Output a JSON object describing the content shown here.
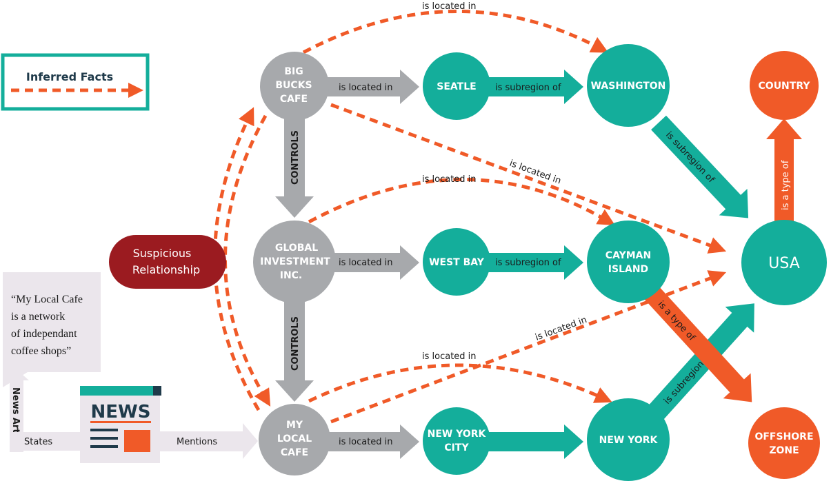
{
  "legend": {
    "label": "Inferred Facts"
  },
  "nodes": {
    "big_bucks": [
      "BIG",
      "BUCKS",
      "CAFE"
    ],
    "global": [
      "GLOBAL",
      "INVESTMENT",
      "INC."
    ],
    "my_local": [
      "MY",
      "LOCAL",
      "CAFE"
    ],
    "seatle": [
      "SEATLE"
    ],
    "west_bay": [
      "WEST BAY"
    ],
    "new_york_city": [
      "NEW YORK",
      "CITY"
    ],
    "washington": [
      "WASHINGTON"
    ],
    "cayman": [
      "CAYMAN",
      "ISLAND"
    ],
    "new_york": [
      "NEW YORK"
    ],
    "usa": [
      "USA"
    ],
    "country": [
      "COUNTRY"
    ],
    "offshore": [
      "OFFSHORE",
      "ZONE"
    ],
    "suspicious": [
      "Suspicious",
      "Relationship"
    ]
  },
  "edges": {
    "located_in": "is located in",
    "subregion_of": "is subregion of",
    "controls": "CONTROLS",
    "type_of": "is a type of",
    "mentions": "Mentions",
    "states": "States",
    "news_article": "News Article"
  },
  "quote": [
    "“My Local Cafe",
    "is a network",
    "of independant",
    "coffee shops”"
  ],
  "news_icon": {
    "label": "NEWS"
  },
  "colors": {
    "teal": "#14ae9b",
    "gray": "#a7a9ac",
    "orange": "#f05a28",
    "dark_red": "#9b1b20",
    "light_gray": "#ebe6ec"
  }
}
